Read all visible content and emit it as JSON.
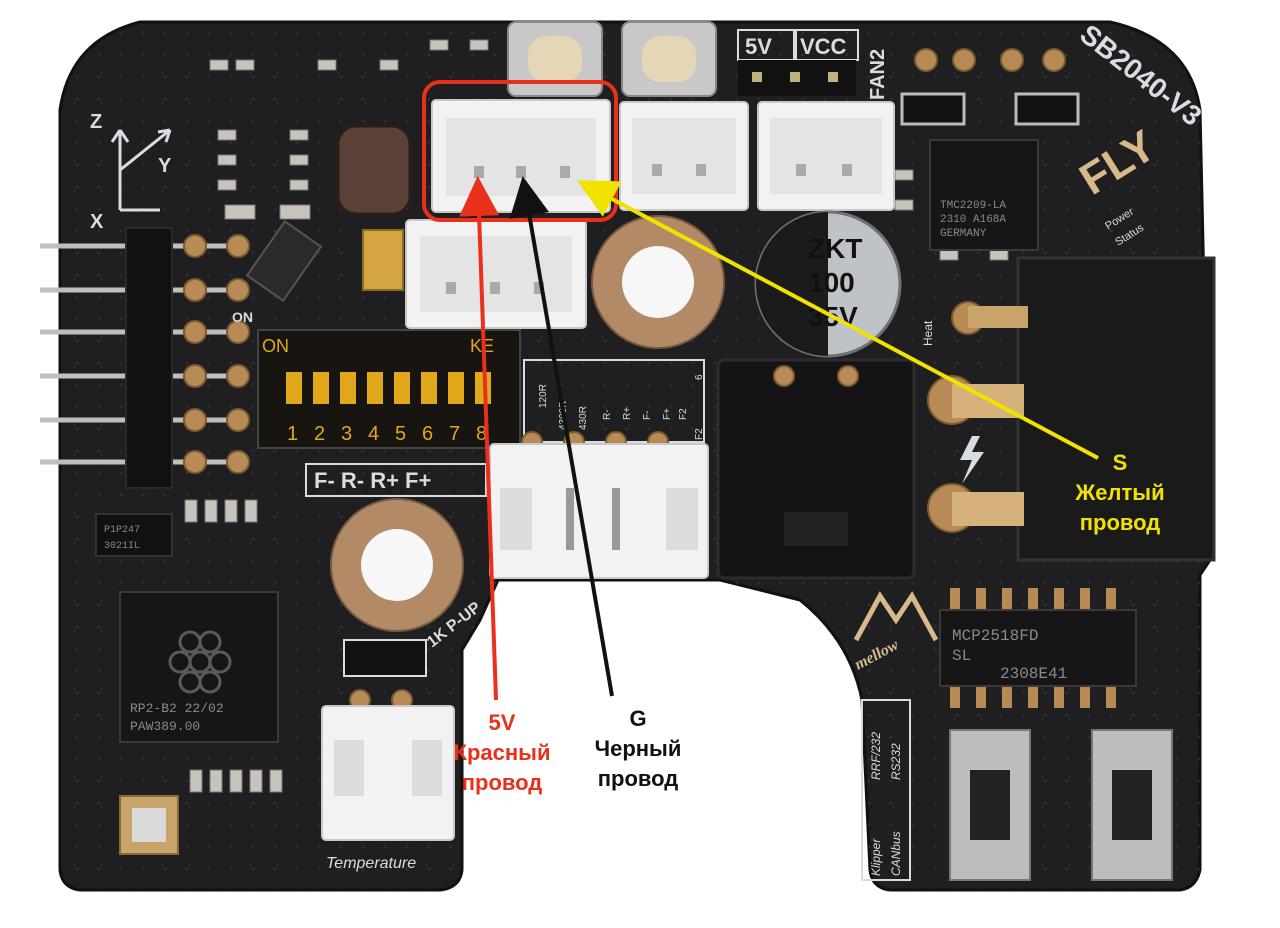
{
  "board": {
    "model": "SB2040-V3",
    "brand": "FLY",
    "maker": "mellow",
    "header_labels": {
      "v5": "5V",
      "vcc": "VCC",
      "fan2": "FAN2"
    },
    "dip_switch": {
      "on_label": "ON",
      "ke_label": "KE",
      "numbers": [
        "1",
        "2",
        "3",
        "4",
        "5",
        "6",
        "7",
        "8"
      ]
    },
    "capacitor": {
      "line1": "ZKT",
      "line2": "100",
      "line3": "35V"
    },
    "driver_chip": {
      "line1": "TMC2209-LA",
      "line2": "2310 A168A",
      "line3": "GERMANY"
    },
    "can_chip": {
      "line1": "MCP2518FD",
      "line2": "SL",
      "line3": "2308E41"
    },
    "mcu_chip": {
      "line1": "RP2-B2  22/02",
      "line2": "PAW389.00"
    },
    "res_table": {
      "col1": [
        "120R",
        "4300R",
        "430R"
      ],
      "col2": [
        "R-",
        "R+",
        "F-"
      ],
      "col3": [
        "F+",
        "F2",
        "F2"
      ],
      "col4": [
        "6"
      ]
    },
    "pin_labels": "F- R- R+ F+",
    "pullup_label": "1K P-UP",
    "temperature_label": "Temperature",
    "switch_labels": [
      "Klipper",
      "RRF/232",
      "CANbus",
      "RS232"
    ],
    "axes": {
      "z": "Z",
      "y": "Y",
      "x": "X"
    },
    "misc_labels": {
      "power": "Power",
      "status": "Status",
      "heat": "Heat",
      "on": "ON",
      "p1": "P1P247",
      "p2": "3021IL"
    }
  },
  "annotations": {
    "s": {
      "pin": "S",
      "line1": "Желтый",
      "line2": "провод",
      "color": "#f2e200"
    },
    "v5": {
      "pin": "5V",
      "line1": "Красный",
      "line2": "провод",
      "color": "#e8301c"
    },
    "g": {
      "pin": "G",
      "line1": "Черный",
      "line2": "провод",
      "color": "#111111"
    }
  },
  "colors": {
    "pcb": "#1f1f21",
    "silk": "#d8dde2",
    "connector": "#f2f2f2",
    "highlight": "#e8301c"
  }
}
